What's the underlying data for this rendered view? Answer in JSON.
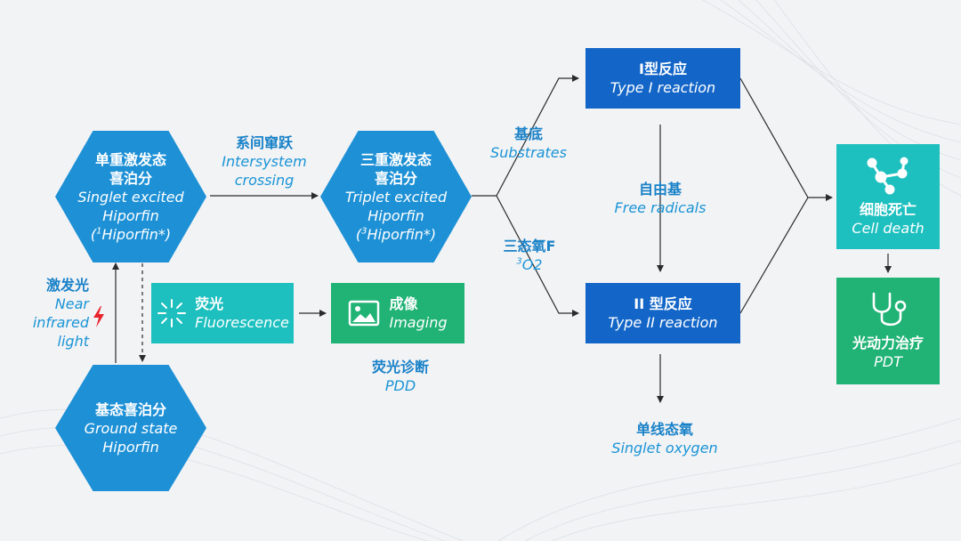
{
  "nodes": {
    "singlet": {
      "cn1": "单重激发态",
      "cn2": "喜泊分",
      "en1": "Singlet excited",
      "en2": "Hiporfin",
      "en3_sup": "1",
      "en3": "Hiporfin*"
    },
    "triplet": {
      "cn1": "三重激发态",
      "cn2": "喜泊分",
      "en1": "Triplet excited",
      "en2": "Hiporfin",
      "en3_sup": "3",
      "en3": "Hiporfin*"
    },
    "ground": {
      "cn": "基态喜泊分",
      "en1": "Ground state",
      "en2": "Hiporfin"
    },
    "type1": {
      "cn": "I型反应",
      "en": "Type I reaction"
    },
    "type2": {
      "cn": "II 型反应",
      "en": "Type II reaction"
    },
    "cell_death": {
      "cn": "细胞死亡",
      "en": "Cell death"
    },
    "pdt": {
      "cn": "光动力治疗",
      "en": "PDT"
    },
    "fluorescence": {
      "cn": "荧光",
      "en": "Fluorescence"
    },
    "imaging": {
      "cn": "成像",
      "en": "Imaging"
    }
  },
  "labels": {
    "isc": {
      "cn": "系间窜跃",
      "en1": "Intersystem",
      "en2": "crossing"
    },
    "substrates": {
      "cn": "基底",
      "en": "Substrates"
    },
    "o2": {
      "cn": "三态氧F",
      "en_sup": "3",
      "en": "O2"
    },
    "free_radicals": {
      "cn": "自由基",
      "en": "Free radicals"
    },
    "excitation": {
      "cn": "激发光",
      "en1": "Near",
      "en2": "infrared",
      "en3": "light"
    },
    "pdd": {
      "cn": "荧光诊断",
      "en": "PDD"
    },
    "singlet_oxygen": {
      "cn": "单线态氧",
      "en": "Singlet oxygen"
    }
  },
  "icons": {
    "excitation": "lightning-icon",
    "fluorescence": "sparkle-icon",
    "imaging": "image-icon",
    "cell_death": "molecule-icon",
    "pdt": "stethoscope-icon"
  },
  "colors": {
    "hexagon": "#1d90d6",
    "reaction_box": "#1366c8",
    "fluorescence_box": "#1dbfbf",
    "green_box": "#21b376",
    "label_text": "#1a94d6",
    "lightning": "#e8222a"
  }
}
